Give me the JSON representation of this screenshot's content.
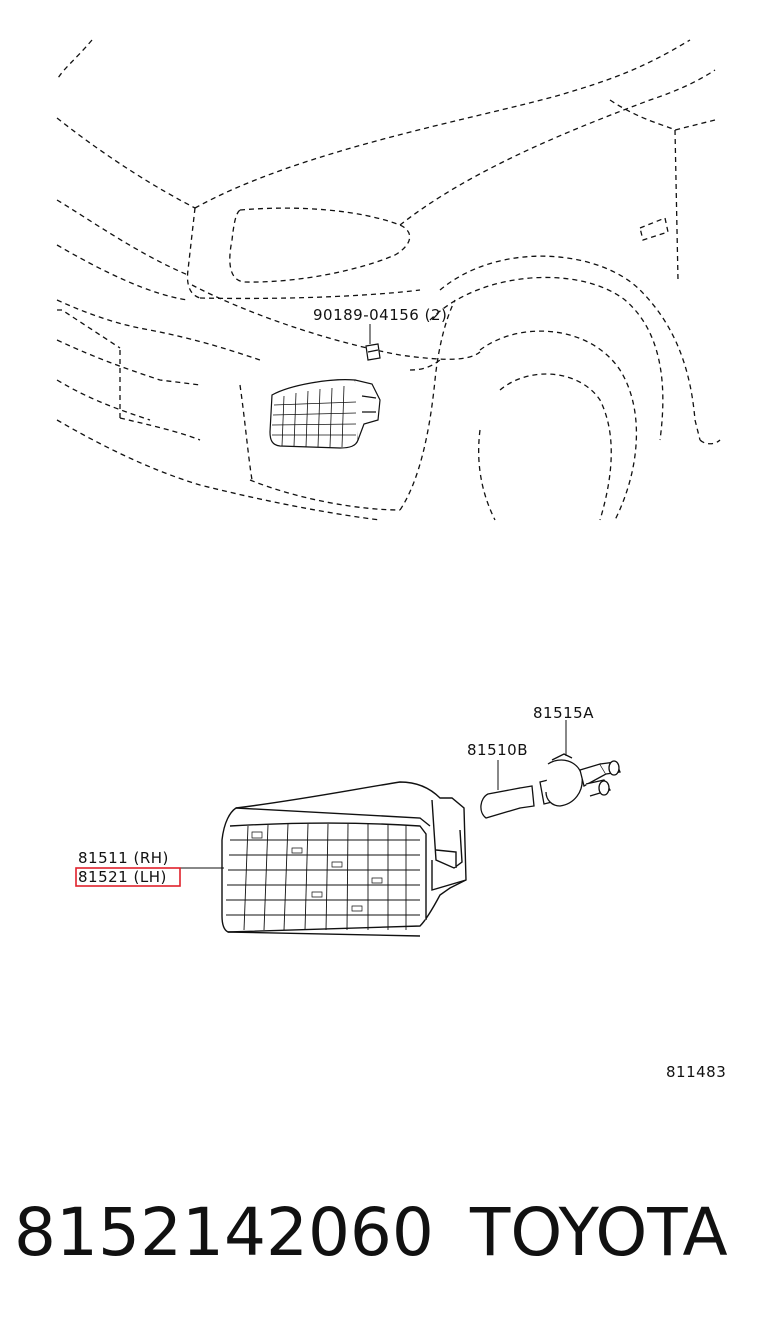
{
  "callouts": {
    "clip": "90189-04156 (2)",
    "socket": "81515A",
    "bulb": "81510B",
    "lamp_rh": "81511 (RH)",
    "lamp_lh": "81521 (LH)",
    "illustration_id": "811483"
  },
  "footer": {
    "part_number": "8152142060",
    "brand": "TOYOTA"
  },
  "colors": {
    "highlight": "#e0212b",
    "line": "#111111"
  }
}
